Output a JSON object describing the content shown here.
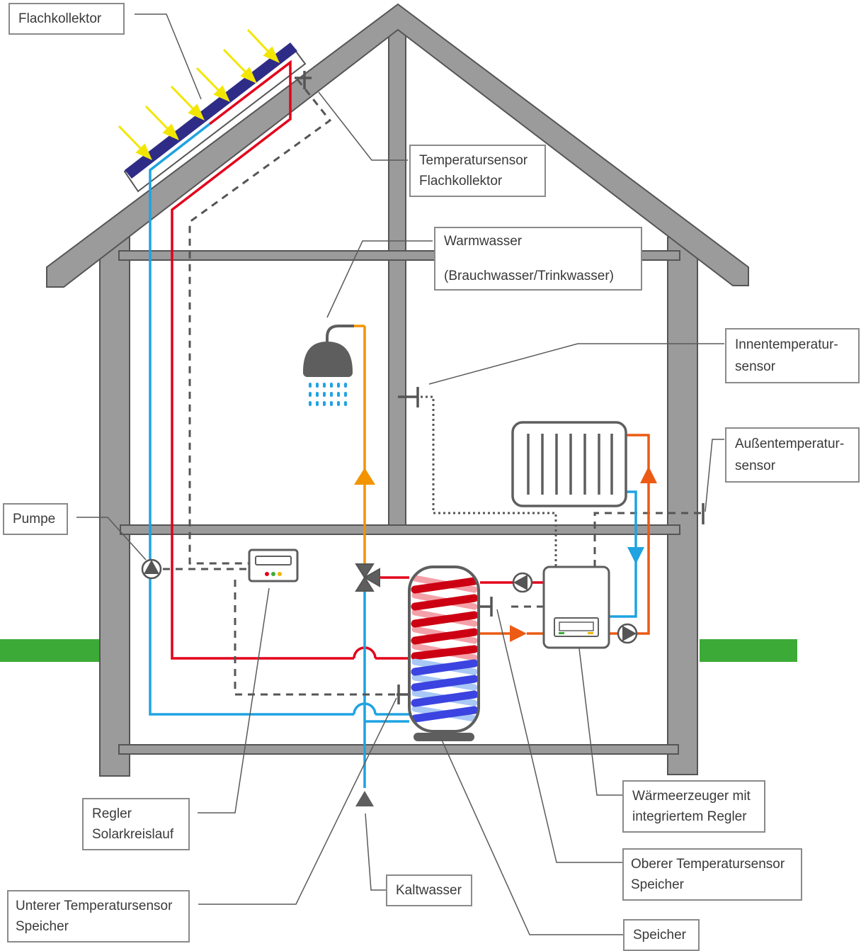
{
  "colors": {
    "wall": "#9b9b9b",
    "wall_outline": "#555555",
    "collector": "#2e2c86",
    "sun_arrow": "#f2e600",
    "hot": "#e3001b",
    "cold": "#1fa3e2",
    "warm_water": "#f29400",
    "heating_flow": "#ec5a14",
    "sensor_line": "#555555",
    "ground": "#3caa37",
    "coil_hot": "#cc0012",
    "coil_cold": "#3b44e0"
  },
  "labels": {
    "flachkollektor": [
      "Flachkollektor"
    ],
    "temperatursensor_flachkollektor": [
      "Temperatursensor",
      "Flachkollektor"
    ],
    "warmwasser": [
      "Warmwasser",
      "(Brauchwasser/Trinkwasser)"
    ],
    "innentemperatursensor": [
      "Innentemperatur-",
      "sensor"
    ],
    "aussentemperatursensor": [
      "Außentemperatur-",
      "sensor"
    ],
    "pumpe": [
      "Pumpe"
    ],
    "regler_solarkreislauf": [
      "Regler",
      "Solarkreislauf"
    ],
    "unterer_temperatursensor_speicher": [
      "Unterer Temperatursensor",
      "Speicher"
    ],
    "kaltwasser": [
      "Kaltwasser"
    ],
    "waermeerzeuger": [
      "Wärmeerzeuger mit",
      "integriertem Regler"
    ],
    "oberer_temperatursensor_speicher": [
      "Oberer Temperatursensor",
      "Speicher"
    ],
    "speicher": [
      "Speicher"
    ]
  }
}
